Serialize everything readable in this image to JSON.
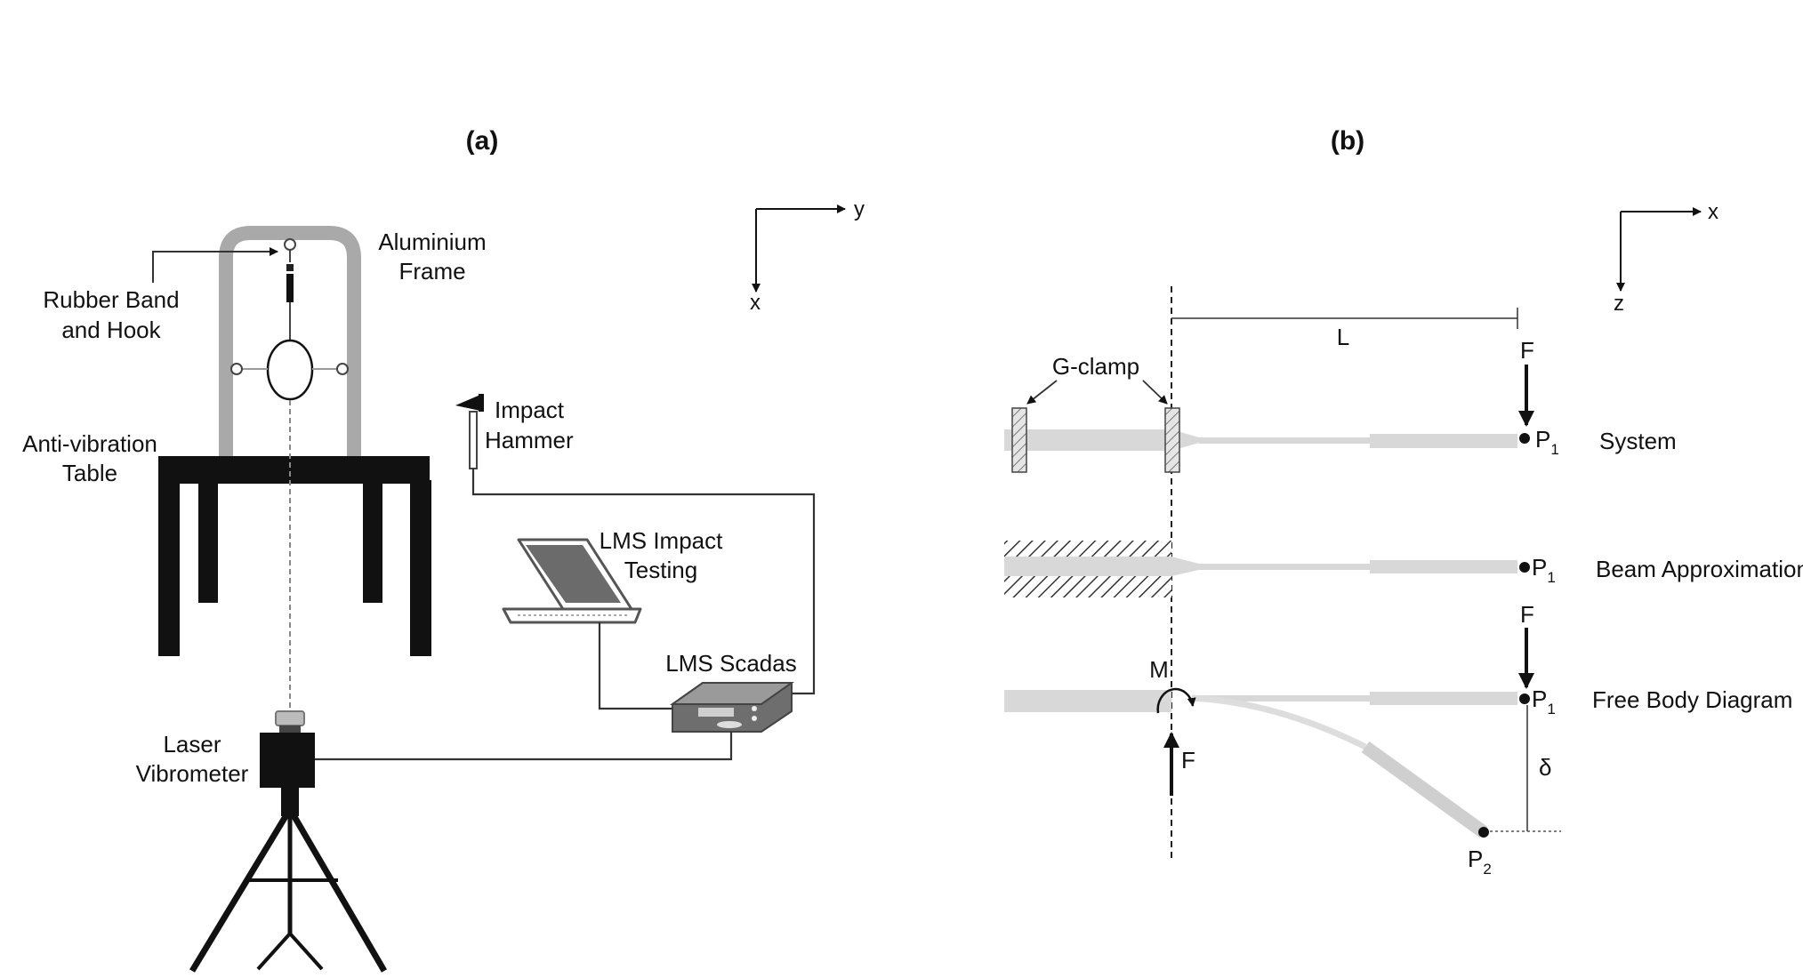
{
  "panel_a": {
    "label": "(a)",
    "axis_y": "y",
    "axis_x": "x",
    "aluminium_frame_1": "Aluminium",
    "aluminium_frame_2": "Frame",
    "rubber_band_1": "Rubber Band",
    "rubber_band_2": "and Hook",
    "anti_vibration_1": "Anti-vibration",
    "anti_vibration_2": "Table",
    "impact_hammer_1": "Impact",
    "impact_hammer_2": "Hammer",
    "lms_impact_1": "LMS Impact",
    "lms_impact_2": "Testing",
    "lms_scadas": "LMS Scadas",
    "laser_vibrometer_1": "Laser",
    "laser_vibrometer_2": "Vibrometer"
  },
  "panel_b": {
    "label": "(b)",
    "axis_x": "x",
    "axis_z": "z",
    "length_label": "L",
    "g_clamp": "G-clamp",
    "force": "F",
    "moment": "M",
    "deflection": "δ",
    "point_p": "P",
    "sub_1": "1",
    "sub_2": "2",
    "row_system": "System",
    "row_beam": "Beam Approximation",
    "row_fbd": "Free Body Diagram"
  },
  "colors": {
    "frame_grey": "#a9a9a9",
    "beam_grey": "#d8d8d8",
    "beam_thin": "#cfcfcf",
    "dark": "#111111",
    "device_grey": "#6e6e6e"
  }
}
